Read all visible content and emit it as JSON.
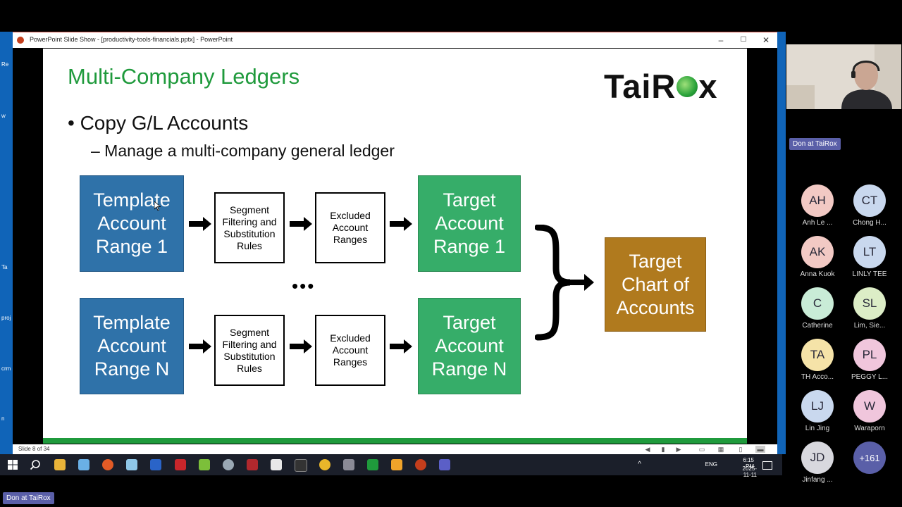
{
  "window": {
    "title": "PowerPoint Slide Show - [productivity-tools-financials.pptx] - PowerPoint",
    "minimize_glyph": "–",
    "maximize_glyph": "☐",
    "close_glyph": "✕"
  },
  "desktop_labels": [
    "Re",
    "w",
    "Ta",
    "proj",
    "crm",
    "n"
  ],
  "slide": {
    "title": "Multi-Company Ledgers",
    "logo": {
      "text_before": "TaiR",
      "text_after": "x"
    },
    "bullet1": "• Copy G/L Accounts",
    "bullet2": "– Manage a multi-company general ledger",
    "row1": {
      "template": "Template Account Range 1",
      "filter": "Segment Filtering and Substitution Rules",
      "excluded": "Excluded Account Ranges",
      "target": "Target Account Range 1"
    },
    "rowN": {
      "template": "Template Account Range N",
      "filter": "Segment Filtering and Substitution Rules",
      "excluded": "Excluded Account Ranges",
      "target": "Target Account Range N"
    },
    "ellipsis": "•••",
    "result": "Target Chart of Accounts",
    "colors": {
      "title_green": "#1f9a3c",
      "box_blue": "#2f72a9",
      "box_green": "#36ad69",
      "box_brown": "#b07a1e"
    }
  },
  "statusbar": {
    "slide_counter": "Slide 8 of 34"
  },
  "tray": {
    "lang": "ENG",
    "time": "6:15 PM",
    "date": "2025-11-11"
  },
  "meeting": {
    "speaker_label": "Don at TaiRox",
    "bottom_label": "Don at TaiRox",
    "participants": [
      {
        "initials": "AH",
        "name": "Anh Le ...",
        "color": "#f2c9c4"
      },
      {
        "initials": "CT",
        "name": "Chong H...",
        "color": "#c9d8ee"
      },
      {
        "initials": "AK",
        "name": "Anna Kuok",
        "color": "#f2c9c4"
      },
      {
        "initials": "LT",
        "name": "LINLY TEE",
        "color": "#c9d8ee"
      },
      {
        "initials": "C",
        "name": "Catherine",
        "color": "#c9ecd7"
      },
      {
        "initials": "SL",
        "name": "Lim, Sie...",
        "color": "#dcedc6"
      },
      {
        "initials": "TA",
        "name": "TH Acco...",
        "color": "#f5e3a8"
      },
      {
        "initials": "PL",
        "name": "PEGGY L...",
        "color": "#f0c6dc"
      },
      {
        "initials": "LJ",
        "name": "Lin Jing",
        "color": "#c9d8ee"
      },
      {
        "initials": "W",
        "name": "Waraporn",
        "color": "#f0c6dc"
      },
      {
        "initials": "JD",
        "name": "Jinfang ...",
        "color": "#d8d8de"
      },
      {
        "initials": "+161",
        "name": "",
        "color": "#5a5fa8"
      }
    ]
  }
}
